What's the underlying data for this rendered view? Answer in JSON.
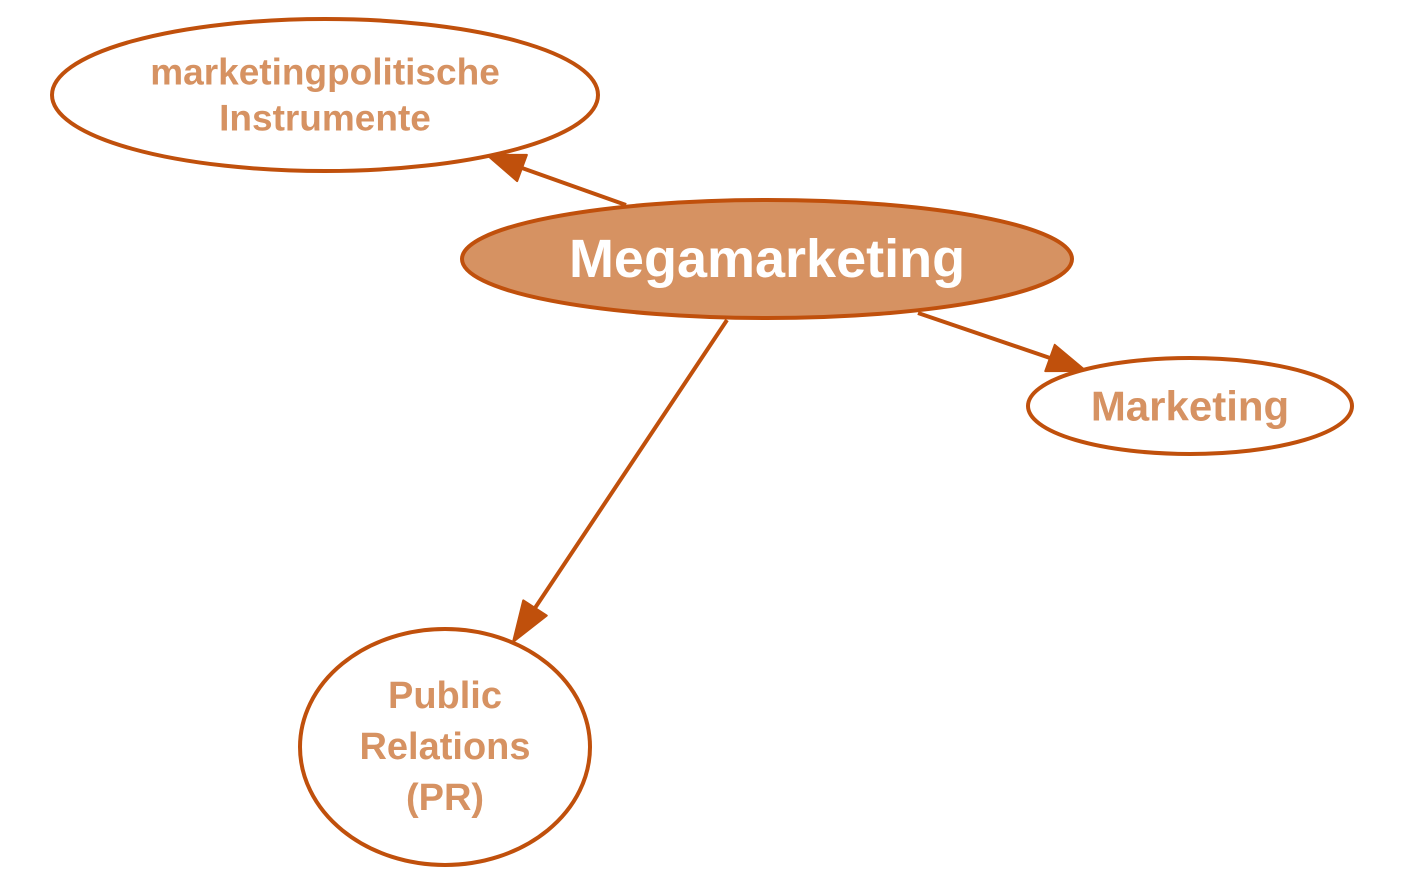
{
  "colors": {
    "stroke": "#c0500c",
    "central_fill": "#d69262",
    "label_text": "#d69262",
    "central_text": "#ffffff",
    "background": "#ffffff"
  },
  "nodes": [
    {
      "id": "megamarketing",
      "lines": [
        "Megamarketing"
      ],
      "central": true
    },
    {
      "id": "instrumente",
      "lines": [
        "marketingpolitische",
        "Instrumente"
      ],
      "central": false
    },
    {
      "id": "marketing",
      "lines": [
        "Marketing"
      ],
      "central": false
    },
    {
      "id": "pr",
      "lines": [
        "Public",
        "Relations",
        "(PR)"
      ],
      "central": false
    }
  ],
  "edges": [
    {
      "from": "megamarketing",
      "to": "instrumente"
    },
    {
      "from": "megamarketing",
      "to": "marketing"
    },
    {
      "from": "megamarketing",
      "to": "pr"
    }
  ]
}
